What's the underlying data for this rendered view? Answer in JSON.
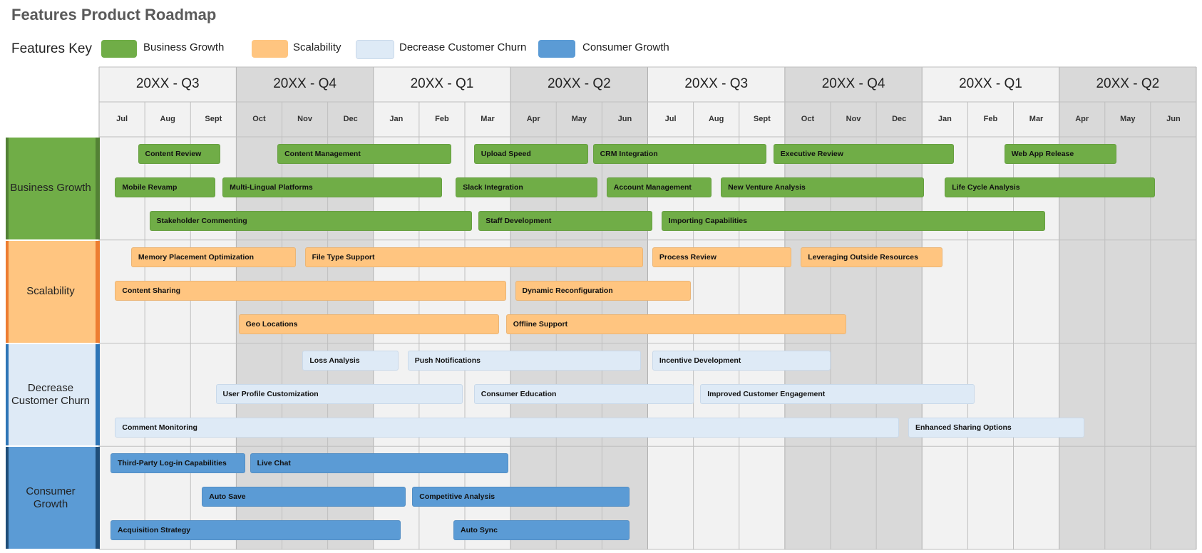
{
  "title": "Features Product Roadmap",
  "features_key": {
    "label": "Features Key",
    "items": [
      {
        "name": "Business Growth",
        "color": "#70ad47"
      },
      {
        "name": "Scalability",
        "color": "#ffc580"
      },
      {
        "name": "Decrease Customer Churn",
        "color": "#deeaf6"
      },
      {
        "name": "Consumer Growth",
        "color": "#5b9bd5"
      }
    ]
  },
  "colors": {
    "business_growth": "#70ad47",
    "business_growth_accent": "#538135",
    "scalability": "#ffc580",
    "scalability_accent": "#ed7d31",
    "decrease_churn": "#deeaf6",
    "decrease_churn_accent": "#2e75b6",
    "consumer_growth": "#5b9bd5",
    "consumer_growth_accent": "#1f4e79",
    "header_light": "#f2f2f2",
    "header_dark": "#d9d9d9",
    "grid_line": "#bfbfbf"
  },
  "chart_data": {
    "type": "gantt",
    "quarters": [
      "20XX - Q3",
      "20XX - Q4",
      "20XX - Q1",
      "20XX - Q2",
      "20XX - Q3",
      "20XX - Q4",
      "20XX - Q1",
      "20XX - Q2"
    ],
    "months": [
      "Jul",
      "Aug",
      "Sept",
      "Oct",
      "Nov",
      "Dec",
      "Jan",
      "Feb",
      "Mar",
      "Apr",
      "May",
      "Jun",
      "Jul",
      "Aug",
      "Sept",
      "Oct",
      "Nov",
      "Dec",
      "Jan",
      "Feb",
      "Mar",
      "Apr",
      "May",
      "Jun"
    ],
    "categories": [
      {
        "name": "Business Growth",
        "color_key": "business_growth",
        "tasks": [
          {
            "name": "Content Review",
            "lane": 0,
            "start": 0.85,
            "end": 2.65
          },
          {
            "name": "Content Management",
            "lane": 0,
            "start": 3.9,
            "end": 7.7
          },
          {
            "name": "Upload Speed",
            "lane": 0,
            "start": 8.2,
            "end": 10.7
          },
          {
            "name": "CRM Integration",
            "lane": 0,
            "start": 10.8,
            "end": 14.6
          },
          {
            "name": "Executive Review",
            "lane": 0,
            "start": 14.75,
            "end": 18.7
          },
          {
            "name": "Web App Release",
            "lane": 0,
            "start": 19.8,
            "end": 22.25
          },
          {
            "name": "Mobile Revamp",
            "lane": 1,
            "start": 0.35,
            "end": 2.55
          },
          {
            "name": "Multi-Lingual Platforms",
            "lane": 1,
            "start": 2.7,
            "end": 7.5
          },
          {
            "name": "Slack Integration",
            "lane": 1,
            "start": 7.8,
            "end": 10.9
          },
          {
            "name": "Account Management",
            "lane": 1,
            "start": 11.1,
            "end": 13.4
          },
          {
            "name": "New Venture Analysis",
            "lane": 1,
            "start": 13.6,
            "end": 18.05
          },
          {
            "name": "Life Cycle Analysis",
            "lane": 1,
            "start": 18.5,
            "end": 23.1
          },
          {
            "name": "Stakeholder Commenting",
            "lane": 2,
            "start": 1.1,
            "end": 8.15
          },
          {
            "name": "Staff Development",
            "lane": 2,
            "start": 8.3,
            "end": 12.1
          },
          {
            "name": "Importing Capabilities",
            "lane": 2,
            "start": 12.3,
            "end": 20.7
          }
        ]
      },
      {
        "name": "Scalability",
        "color_key": "scalability",
        "tasks": [
          {
            "name": "Memory Placement Optimization",
            "lane": 0,
            "start": 0.7,
            "end": 4.3
          },
          {
            "name": "File Type Support",
            "lane": 0,
            "start": 4.5,
            "end": 11.9
          },
          {
            "name": "Process Review",
            "lane": 0,
            "start": 12.1,
            "end": 15.15
          },
          {
            "name": "Leveraging Outside Resources",
            "lane": 0,
            "start": 15.35,
            "end": 18.45
          },
          {
            "name": "Content Sharing",
            "lane": 1,
            "start": 0.35,
            "end": 8.9
          },
          {
            "name": "Dynamic Reconfiguration",
            "lane": 1,
            "start": 9.1,
            "end": 12.95
          },
          {
            "name": "Geo Locations",
            "lane": 2,
            "start": 3.05,
            "end": 8.75
          },
          {
            "name": "Offline Support",
            "lane": 2,
            "start": 8.9,
            "end": 16.35
          }
        ]
      },
      {
        "name": "Decrease Customer Churn",
        "color_key": "decrease_churn",
        "tasks": [
          {
            "name": "Loss Analysis",
            "lane": 0,
            "start": 4.45,
            "end": 6.55
          },
          {
            "name": "Push Notifications",
            "lane": 0,
            "start": 6.75,
            "end": 11.85
          },
          {
            "name": "Incentive Development",
            "lane": 0,
            "start": 12.1,
            "end": 16.0
          },
          {
            "name": "User Profile Customization",
            "lane": 1,
            "start": 2.55,
            "end": 7.95
          },
          {
            "name": "Consumer Education",
            "lane": 1,
            "start": 8.2,
            "end": 13.0
          },
          {
            "name": "Improved Customer Engagement",
            "lane": 1,
            "start": 13.15,
            "end": 19.15
          },
          {
            "name": "Comment Monitoring",
            "lane": 2,
            "start": 0.35,
            "end": 17.5
          },
          {
            "name": "Enhanced Sharing Options",
            "lane": 2,
            "start": 17.7,
            "end": 21.55
          }
        ]
      },
      {
        "name": "Consumer Growth",
        "color_key": "consumer_growth",
        "tasks": [
          {
            "name": "Third-Party Log-in Capabilities",
            "lane": 0,
            "start": 0.25,
            "end": 3.2
          },
          {
            "name": "Live Chat",
            "lane": 0,
            "start": 3.3,
            "end": 8.95
          },
          {
            "name": "Auto Save",
            "lane": 1,
            "start": 2.25,
            "end": 6.7
          },
          {
            "name": "Competitive Analysis",
            "lane": 1,
            "start": 6.85,
            "end": 11.6
          },
          {
            "name": "Acquisition Strategy",
            "lane": 2,
            "start": 0.25,
            "end": 6.6
          },
          {
            "name": "Auto Sync",
            "lane": 2,
            "start": 7.75,
            "end": 11.6
          }
        ]
      }
    ]
  }
}
